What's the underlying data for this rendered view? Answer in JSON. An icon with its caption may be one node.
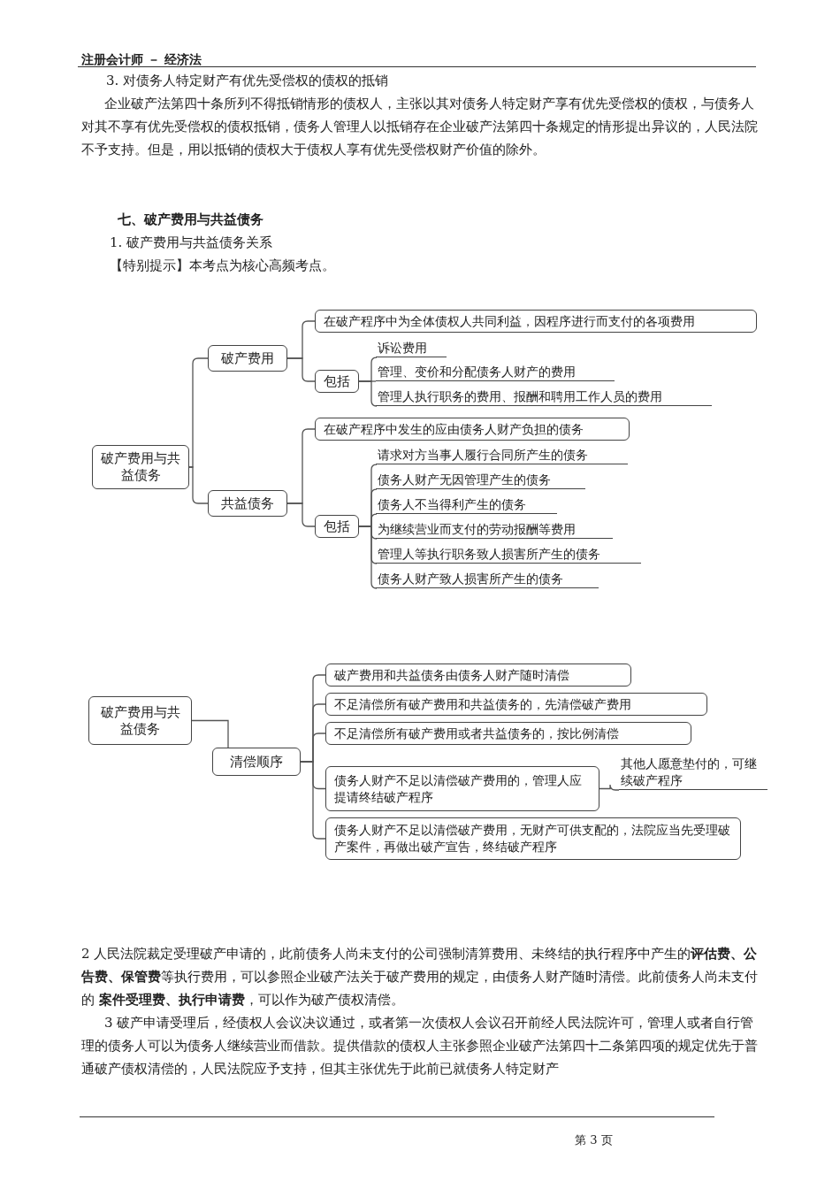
{
  "diagram": {
    "nodes": [
      {
        "text": [
          "破产费用与共益债务"
        ]
      },
      {
        "text": [
          "破产费用"
        ]
      },
      {
        "text": [
          "在破产程序中为全体债权人共同利益，因程序进行而支付的各项费用"
        ]
      },
      {
        "text": [
          "包括"
        ]
      },
      {
        "text": [
          "诉讼费用"
        ]
      },
      {
        "text": [
          "管理、变价和分配债务人财产的费用"
        ]
      },
      {
        "text": [
          "管理人执行职务的费用、报酬和聘用工作人员的费用"
        ]
      },
      {
        "text": [
          "共益债务"
        ]
      },
      {
        "text": [
          "在破产程序中发生的应由债务人财产负担的债务"
        ]
      },
      {
        "text": [
          "包括"
        ]
      },
      {
        "text": [
          "请求对方当事人履行合同所产生的债务"
        ]
      },
      {
        "text": [
          "债务人财产无因管理产生的债务"
        ]
      },
      {
        "text": [
          "债务人不当得利产生的债务"
        ]
      },
      {
        "text": [
          "为继续营业而支付的劳动报酬等费用"
        ]
      },
      {
        "text": [
          "管理人等执行职务致人损害所产生的债务"
        ]
      },
      {
        "text": [
          "债务人财产致人损害所产生的债务"
        ]
      },
      {
        "text": [
          "破产费用与共益债务"
        ]
      },
      {
        "text": [
          "清偿顺序"
        ]
      },
      {
        "text": [
          "破产费用和共益债务由债务人财产随时清偿"
        ]
      },
      {
        "text": [
          "不足清偿所有破产费用和共益债务的，先清偿破产费用"
        ]
      },
      {
        "text": [
          "不足清偿所有破产费用或者共益债务的，按比例清偿"
        ]
      },
      {
        "text": [
          "债务人财产不足以清偿破产费用的，管理人应提请终结破产程序"
        ]
      },
      {
        "text": [
          "债务人财产不足以清偿破产费用，无财产可供支配的，法院应当先受理破产案件，再做出破产宣告，终结破产程序"
        ]
      },
      {
        "text": [
          "其他人愿意垫付的，可继续破产程序"
        ]
      }
    ],
    "edges": [
      {
        "from": 0,
        "to": 1,
        "arrow": "none"
      },
      {
        "from": 0,
        "to": 7,
        "arrow": "none"
      },
      {
        "from": 1,
        "to": 2,
        "arrow": "none"
      },
      {
        "from": 1,
        "to": 3,
        "arrow": "none"
      },
      {
        "from": 3,
        "to": 4,
        "arrow": "none"
      },
      {
        "from": 3,
        "to": 5,
        "arrow": "none"
      },
      {
        "from": 3,
        "to": 6,
        "arrow": "none"
      },
      {
        "from": 7,
        "to": 8,
        "arrow": "none"
      },
      {
        "from": 7,
        "to": 9,
        "arrow": "none"
      },
      {
        "from": 9,
        "to": 10,
        "arrow": "none"
      },
      {
        "from": 9,
        "to": 11,
        "arrow": "none"
      },
      {
        "from": 9,
        "to": 12,
        "arrow": "none"
      },
      {
        "from": 9,
        "to": 13,
        "arrow": "none"
      },
      {
        "from": 9,
        "to": 14,
        "arrow": "none"
      },
      {
        "from": 9,
        "to": 15,
        "arrow": "none"
      },
      {
        "from": 16,
        "to": 17,
        "arrow": "none"
      },
      {
        "from": 17,
        "to": 18,
        "arrow": "none"
      },
      {
        "from": 17,
        "to": 19,
        "arrow": "none"
      },
      {
        "from": 17,
        "to": 20,
        "arrow": "none"
      },
      {
        "from": 17,
        "to": 21,
        "arrow": "none"
      },
      {
        "from": 17,
        "to": 22,
        "arrow": "none"
      },
      {
        "from": 21,
        "to": 23,
        "arrow": "none"
      }
    ],
    "labels": [
      "注册会计师 － 经济法",
      "3. 对债务人特定财产有优先受偿权的债权的抵销",
      "企业破产法第四十条所列不得抵销情形的债权人，主张以其对债务人特定财产享有优先受偿权的债权，与债务人对其不享有优先受偿权的债权抵销，债务人管理人以抵销存在企业破产法第四十条规定的情形提出异议的，人民法院不予支持。但是，用以抵销的债权大于债权人享有优先受偿权财产价值的除外。",
      "七、破产费用与共益债务",
      "1. 破产费用与共益债务关系",
      "【特别提示】本考点为核心高频考点。",
      "2 人民法院裁定受理破产申请的，此前债务人尚未支付的公司强制清算费用、未终结的执行程序中产生的**评估费、公告费、保管费**等执行费用，可以参照企业破产法关于破产费用的规定，由债务人财产随时清偿。此前债务人尚未支付的 **案件受理费、执行申请费**，可以作为破产债权清偿。",
      "3 破产申请受理后，经债权人会议决议通过，或者第一次债权人会议召开前经人民法院许可，管理人或者自行管理的债务人可以为债务人继续营业而借款。提供借款的债权人主张参照企业破产法第四十二条第四项的规定优先于普通破产债权清偿的，人民法院应予支持，但其主张优先于此前已就债务人特定财产",
      "第 3 页"
    ]
  }
}
